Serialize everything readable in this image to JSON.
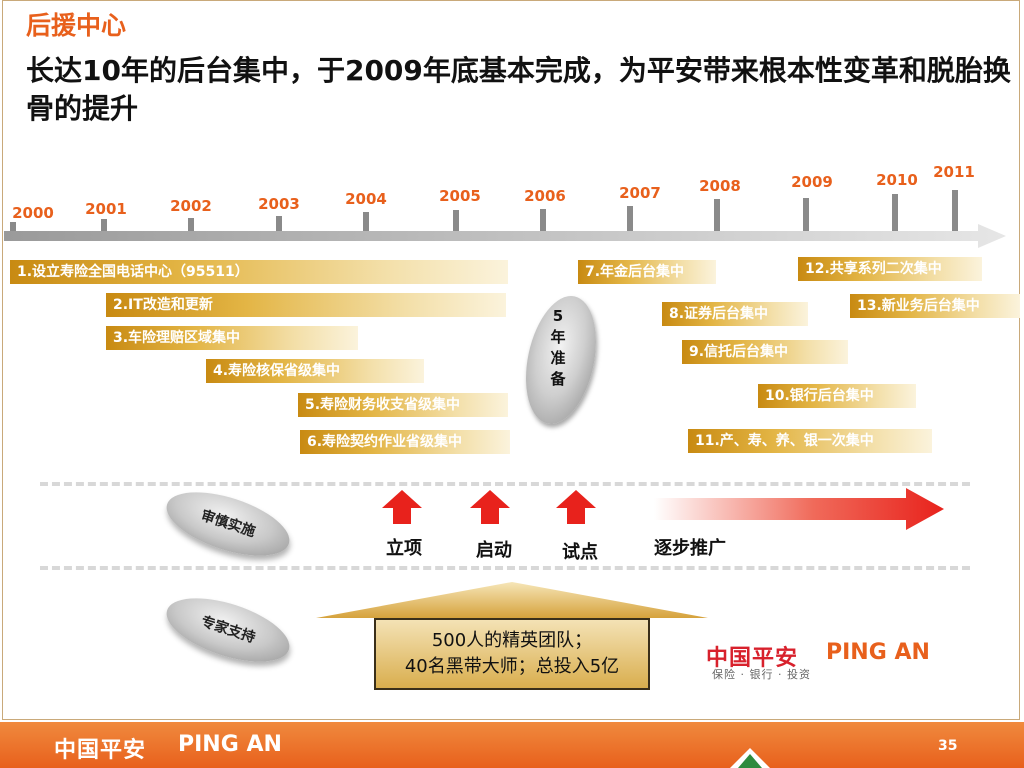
{
  "title": {
    "section": "后援中心",
    "headline": "长达10年的后台集中，于2009年底基本完成，为平安带来根本性变革和脱胎换骨的提升"
  },
  "timeline": {
    "years": [
      "2000",
      "2001",
      "2002",
      "2003",
      "2004",
      "2005",
      "2006",
      "2007",
      "2008",
      "2009",
      "2010",
      "2011"
    ]
  },
  "milestones": [
    "1.设立寿险全国电话中心（95511）",
    "2.IT改造和更新",
    "3.车险理赔区域集中",
    "4.寿险核保省级集中",
    "5.寿险财务收支省级集中",
    "6.寿险契约作业省级集中",
    "7.年金后台集中",
    "8.证券后台集中",
    "9.信托后台集中",
    "10.银行后台集中",
    "11.产、寿、养、银一次集中",
    "12.共享系列二次集中",
    "13.新业务后台集中"
  ],
  "prep": {
    "line1": "5",
    "line2": "年",
    "line3": "准",
    "line4": "备"
  },
  "process": {
    "tag": "审慎实施",
    "steps": [
      "立项",
      "启动",
      "试点",
      "逐步推广"
    ]
  },
  "expert": {
    "tag": "专家支持",
    "line1": "500人的精英团队；",
    "line2": "40名黑带大师；总投入5亿"
  },
  "logo": {
    "cn": "中国平安",
    "en": "PING AN",
    "sub": "保险 · 银行 · 投资"
  },
  "footer": {
    "cn": "中国平安",
    "en": "PING AN",
    "page": "35"
  },
  "colors": {
    "accent": "#e8601c",
    "gold": "#d9a52f",
    "arrow_red": "#e8221c"
  }
}
